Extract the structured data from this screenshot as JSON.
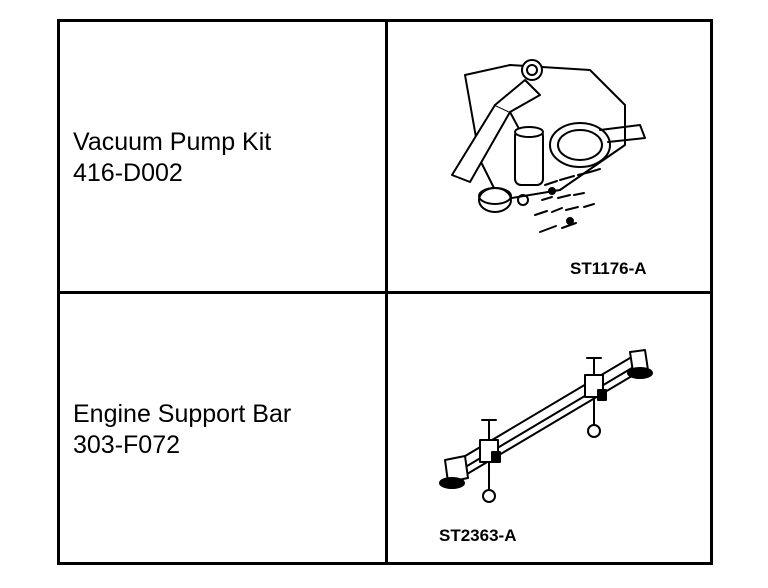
{
  "tools": [
    {
      "name": "Vacuum Pump Kit",
      "number": "416-D002",
      "illustration_code": "ST1176-A",
      "illustration_icon": "vacuum-pump-kit-icon"
    },
    {
      "name": "Engine Support Bar",
      "number": "303-F072",
      "illustration_code": "ST2363-A",
      "illustration_icon": "engine-support-bar-icon"
    }
  ]
}
